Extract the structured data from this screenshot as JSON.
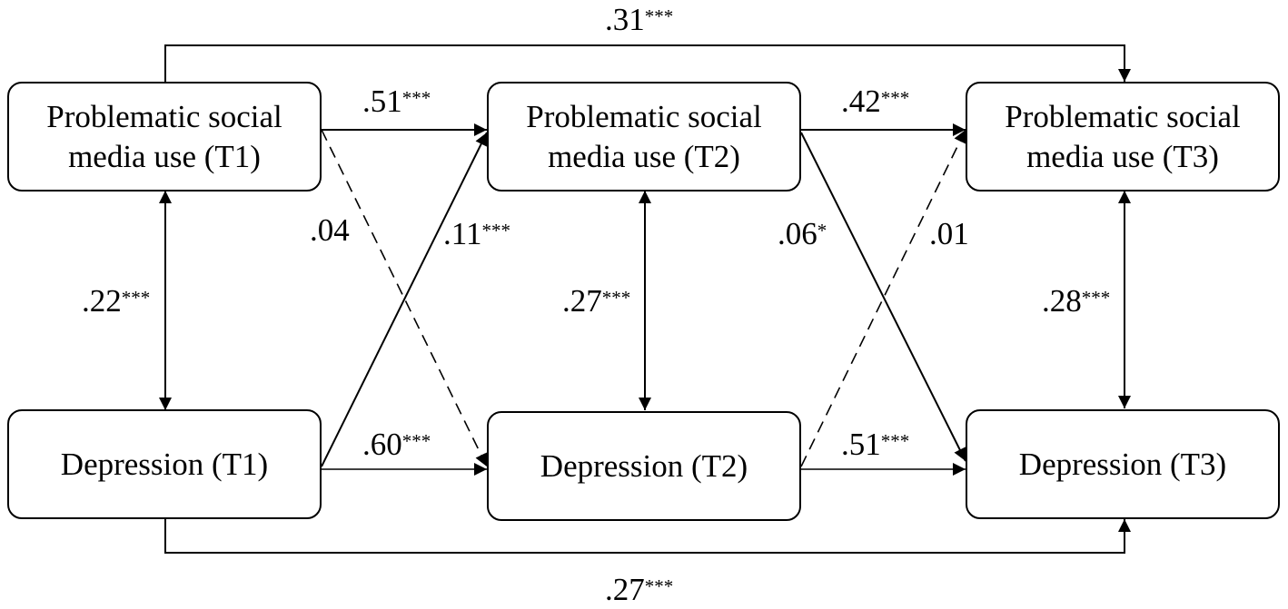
{
  "nodes": {
    "psmu_t1": "Problematic social media use (T1)",
    "psmu_t2": "Problematic social media use (T2)",
    "psmu_t3": "Problematic social media use (T3)",
    "dep_t1": "Depression (T1)",
    "dep_t2": "Depression (T2)",
    "dep_t3": "Depression (T3)"
  },
  "paths": {
    "psmu_t1_to_psmu_t3": {
      "coef": ".31",
      "sig": "***"
    },
    "psmu_t1_to_psmu_t2": {
      "coef": ".51",
      "sig": "***"
    },
    "psmu_t2_to_psmu_t3": {
      "coef": ".42",
      "sig": "***"
    },
    "psmu_t1_to_dep_t2": {
      "coef": ".04",
      "sig": ""
    },
    "dep_t1_to_psmu_t2": {
      "coef": ".11",
      "sig": "***"
    },
    "psmu_t2_to_dep_t3": {
      "coef": ".06",
      "sig": "*"
    },
    "dep_t2_to_psmu_t3": {
      "coef": ".01",
      "sig": ""
    },
    "cov_t1": {
      "coef": ".22",
      "sig": "***"
    },
    "cov_t2": {
      "coef": ".27",
      "sig": "***"
    },
    "cov_t3": {
      "coef": ".28",
      "sig": "***"
    },
    "dep_t1_to_dep_t2": {
      "coef": ".60",
      "sig": "***"
    },
    "dep_t2_to_dep_t3": {
      "coef": ".51",
      "sig": "***"
    },
    "dep_t1_to_dep_t3": {
      "coef": ".27",
      "sig": "***"
    }
  }
}
